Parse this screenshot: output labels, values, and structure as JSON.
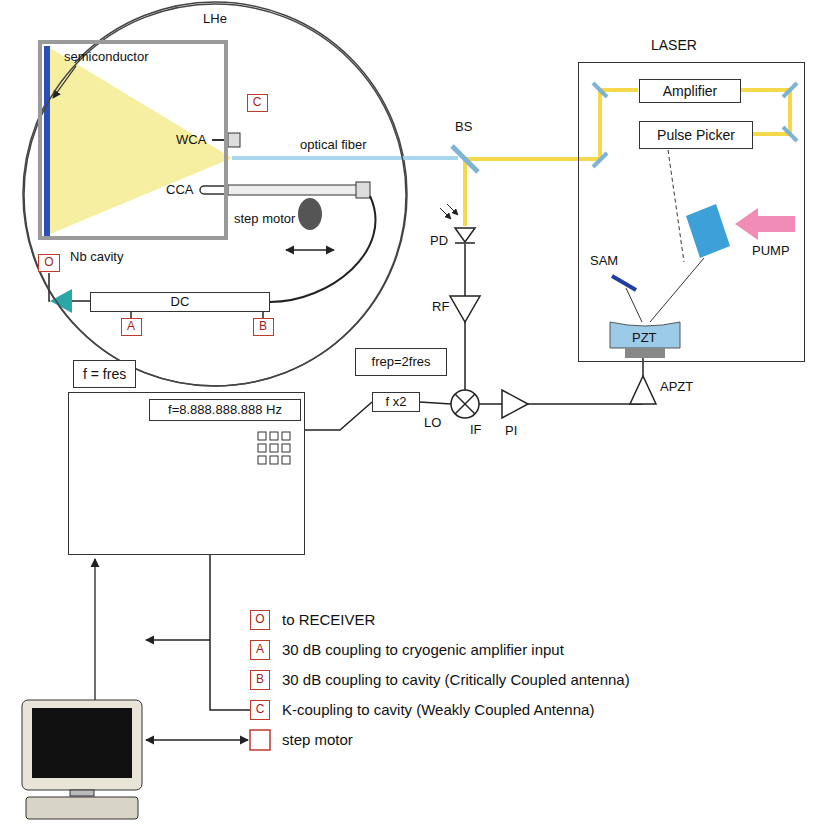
{
  "diagram": {
    "nodes": [
      {
        "text": [
          "LHe"
        ]
      },
      {
        "text": [
          "semiconductor",
          "Nb cavity"
        ],
        "in": 0
      },
      {
        "text": [
          "C"
        ],
        "in": 0
      },
      {
        "text": [
          "DC"
        ],
        "in": 0
      },
      {
        "text": [
          "A"
        ],
        "in": 0
      },
      {
        "text": [
          "B"
        ],
        "in": 0
      },
      {
        "text": [
          "O"
        ],
        "in": 0
      },
      {
        "text": [
          "LASER"
        ]
      },
      {
        "text": [
          "Amplifier"
        ],
        "in": 7
      },
      {
        "text": [
          "Pulse Picker"
        ],
        "in": 7
      },
      {
        "text": [
          "f = fres"
        ]
      },
      {
        "text": [
          "f=8.888.888.888 Hz"
        ],
        "in": 10
      },
      {
        "text": [
          "frep=2fres"
        ]
      },
      {
        "text": [
          "f x2"
        ]
      },
      {
        "text": [
          "O"
        ]
      },
      {
        "text": [
          "A"
        ]
      },
      {
        "text": [
          "B"
        ]
      },
      {
        "text": [
          "C"
        ]
      }
    ],
    "edges": [
      {
        "from": 10,
        "to": 17,
        "arrow": "none"
      },
      {
        "from": 10,
        "to": 13,
        "arrow": "none"
      }
    ],
    "labels": [
      "WCA",
      "CCA",
      "step motor",
      "optical fiber",
      "BS",
      "PUMP",
      "SAM",
      "PZT",
      "PD",
      "RF",
      "LO",
      "IF",
      "PI",
      "APZT",
      "to RECEIVER",
      "30 dB coupling to cryogenic amplifier input",
      "30 dB coupling to cavity (Critically Coupled antenna)",
      "K-coupling to cavity (Weakly Coupled Antenna)",
      "step motor"
    ]
  }
}
